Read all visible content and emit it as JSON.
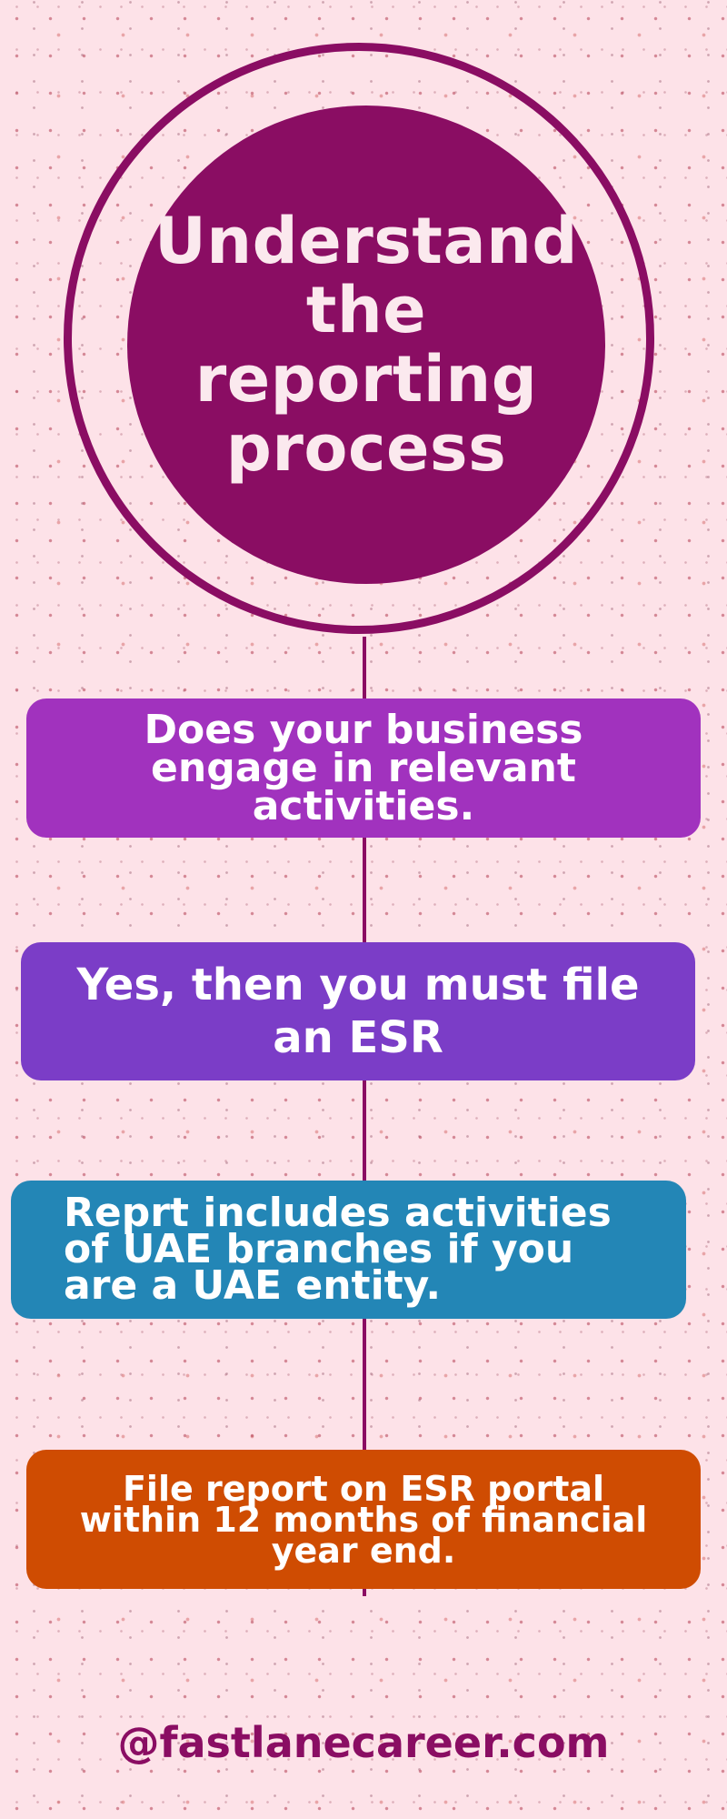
{
  "header": {
    "title": "Understand the reporting process"
  },
  "steps": [
    {
      "text": "Does your business engage in relevant activities.",
      "color": "#a132be"
    },
    {
      "text": "Yes, then you must file an ESR",
      "color": "#7b3dc7"
    },
    {
      "text": "Reprt includes activities of UAE branches if you are a UAE entity.",
      "color": "#2386b6"
    },
    {
      "text": "File report on ESR portal within 12 months of financial year end.",
      "color": "#cf4c02"
    }
  ],
  "footer": {
    "handle": "@fastlanecareer.com"
  },
  "colors": {
    "accent": "#8a0d63",
    "background": "#fde2e8"
  }
}
